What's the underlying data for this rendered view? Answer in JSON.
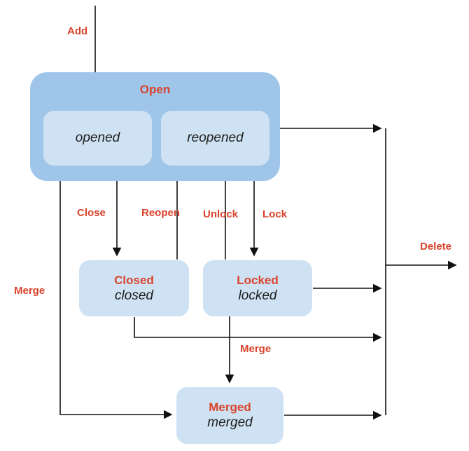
{
  "colors": {
    "group_fill": "#9fc5e8",
    "state_fill": "#cfe2f3",
    "label_red": "#d9432c",
    "state_text": "#1d1d1d",
    "line": "#111111",
    "background": "#ffffff"
  },
  "states": {
    "open": {
      "title": "Open"
    },
    "opened": {
      "name": "opened"
    },
    "reopened": {
      "name": "reopened"
    },
    "closed": {
      "title": "Closed",
      "name": "closed"
    },
    "locked": {
      "title": "Locked",
      "name": "locked"
    },
    "merged": {
      "title": "Merged",
      "name": "merged"
    }
  },
  "transitions": {
    "add": {
      "label": "Add"
    },
    "close": {
      "label": "Close"
    },
    "reopen": {
      "label": "Reopen"
    },
    "unlock": {
      "label": "Unlock"
    },
    "lock": {
      "label": "Lock"
    },
    "merge_open": {
      "label": "Merge"
    },
    "merge_locked": {
      "label": "Merge"
    },
    "delete": {
      "label": "Delete"
    }
  }
}
